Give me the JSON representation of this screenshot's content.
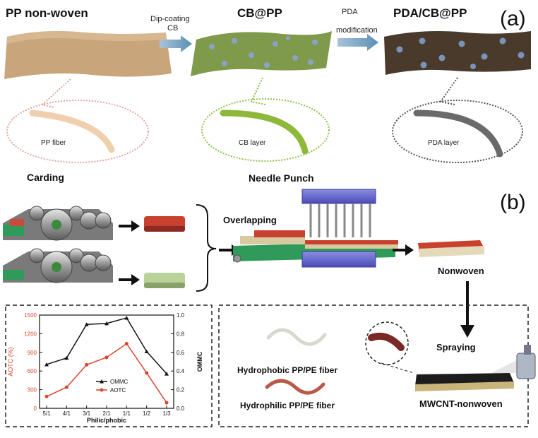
{
  "panel_a": {
    "label": "(a)",
    "stage1": "PP non-woven",
    "stage2": "CB@PP",
    "stage3": "PDA/CB@PP",
    "arrow1_line1": "Dip-coating",
    "arrow1_line2": "CB",
    "arrow2_line1": "PDA",
    "arrow2_line2": "modification",
    "fiber1": "PP fiber",
    "fiber2": "CB layer",
    "fiber3": "PDA layer"
  },
  "panel_b": {
    "label": "(b)",
    "carding": "Carding",
    "needle_punch": "Needle Punch",
    "overlapping": "Overlapping",
    "nonwoven": "Nonwoven",
    "spraying": "Spraying",
    "mwcnt": "MWCNT-nonwoven",
    "hydrophobic": "Hydrophobic PP/PE fiber",
    "hydrophilic": "Hydrophilic PP/PE fiber"
  },
  "colors": {
    "aotc": "#d9472b",
    "ommc": "#111111",
    "pp_fabric": "#c8a57a",
    "cb_fabric": "#7f9a4a",
    "pda_fabric": "#4a3a2c"
  },
  "chart_data": {
    "type": "line",
    "categories": [
      "5/1",
      "4/1",
      "3/1",
      "2/1",
      "1/1",
      "1/2",
      "1/3"
    ],
    "xlabel": "Philic/phobic",
    "ylabel_left": "AOTC (%)",
    "ylabel_right": "OMMC",
    "ylim_left": [
      0,
      1500
    ],
    "ylim_right": [
      0,
      1.0
    ],
    "yticks_left": [
      "0",
      "300",
      "600",
      "900",
      "1200",
      "1500"
    ],
    "yticks_right": [
      "0.0",
      "0.2",
      "0.4",
      "0.6",
      "0.8",
      "1.0"
    ],
    "legend_position": "center-right",
    "series": [
      {
        "name": "OMMC",
        "axis": "right",
        "color": "#111111",
        "marker": "triangle",
        "values": [
          0.47,
          0.54,
          0.9,
          0.91,
          0.97,
          0.61,
          0.37
        ]
      },
      {
        "name": "AOTC",
        "axis": "left",
        "color": "#d9472b",
        "marker": "circle",
        "values": [
          190,
          340,
          700,
          820,
          1040,
          570,
          90
        ]
      }
    ]
  }
}
